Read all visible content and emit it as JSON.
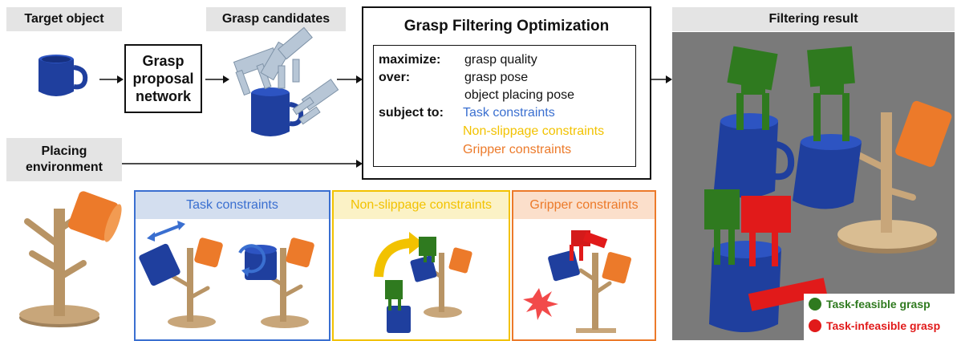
{
  "target": {
    "label": "Target object"
  },
  "candidates": {
    "label": "Grasp candidates"
  },
  "proposal": {
    "label": "Grasp proposal network"
  },
  "placing": {
    "label": "Placing environment"
  },
  "optimization": {
    "title": "Grasp Filtering Optimization",
    "maximize_key": "maximize:",
    "maximize_val": "grasp quality",
    "over_key": "over:",
    "over_val1": "grasp pose",
    "over_val2": "object placing pose",
    "subject_key": "subject to:",
    "constraint1": "Task constraints",
    "constraint2": "Non-slippage constraints",
    "constraint3": "Gripper constraints"
  },
  "panels": {
    "task": "Task constraints",
    "nonslip": "Non-slippage constraints",
    "gripper": "Gripper constraints"
  },
  "result": {
    "label": "Filtering result",
    "legend_feasible": "Task-feasible grasp",
    "legend_infeasible": "Task-infeasible grasp"
  },
  "colors": {
    "task": "#3a6fd0",
    "nonslip": "#f2c200",
    "gripper": "#ec7a2a",
    "mug": "#1f3f9e",
    "green": "#2f7a1f",
    "red": "#e11a1a",
    "wood": "#c8a67a"
  }
}
